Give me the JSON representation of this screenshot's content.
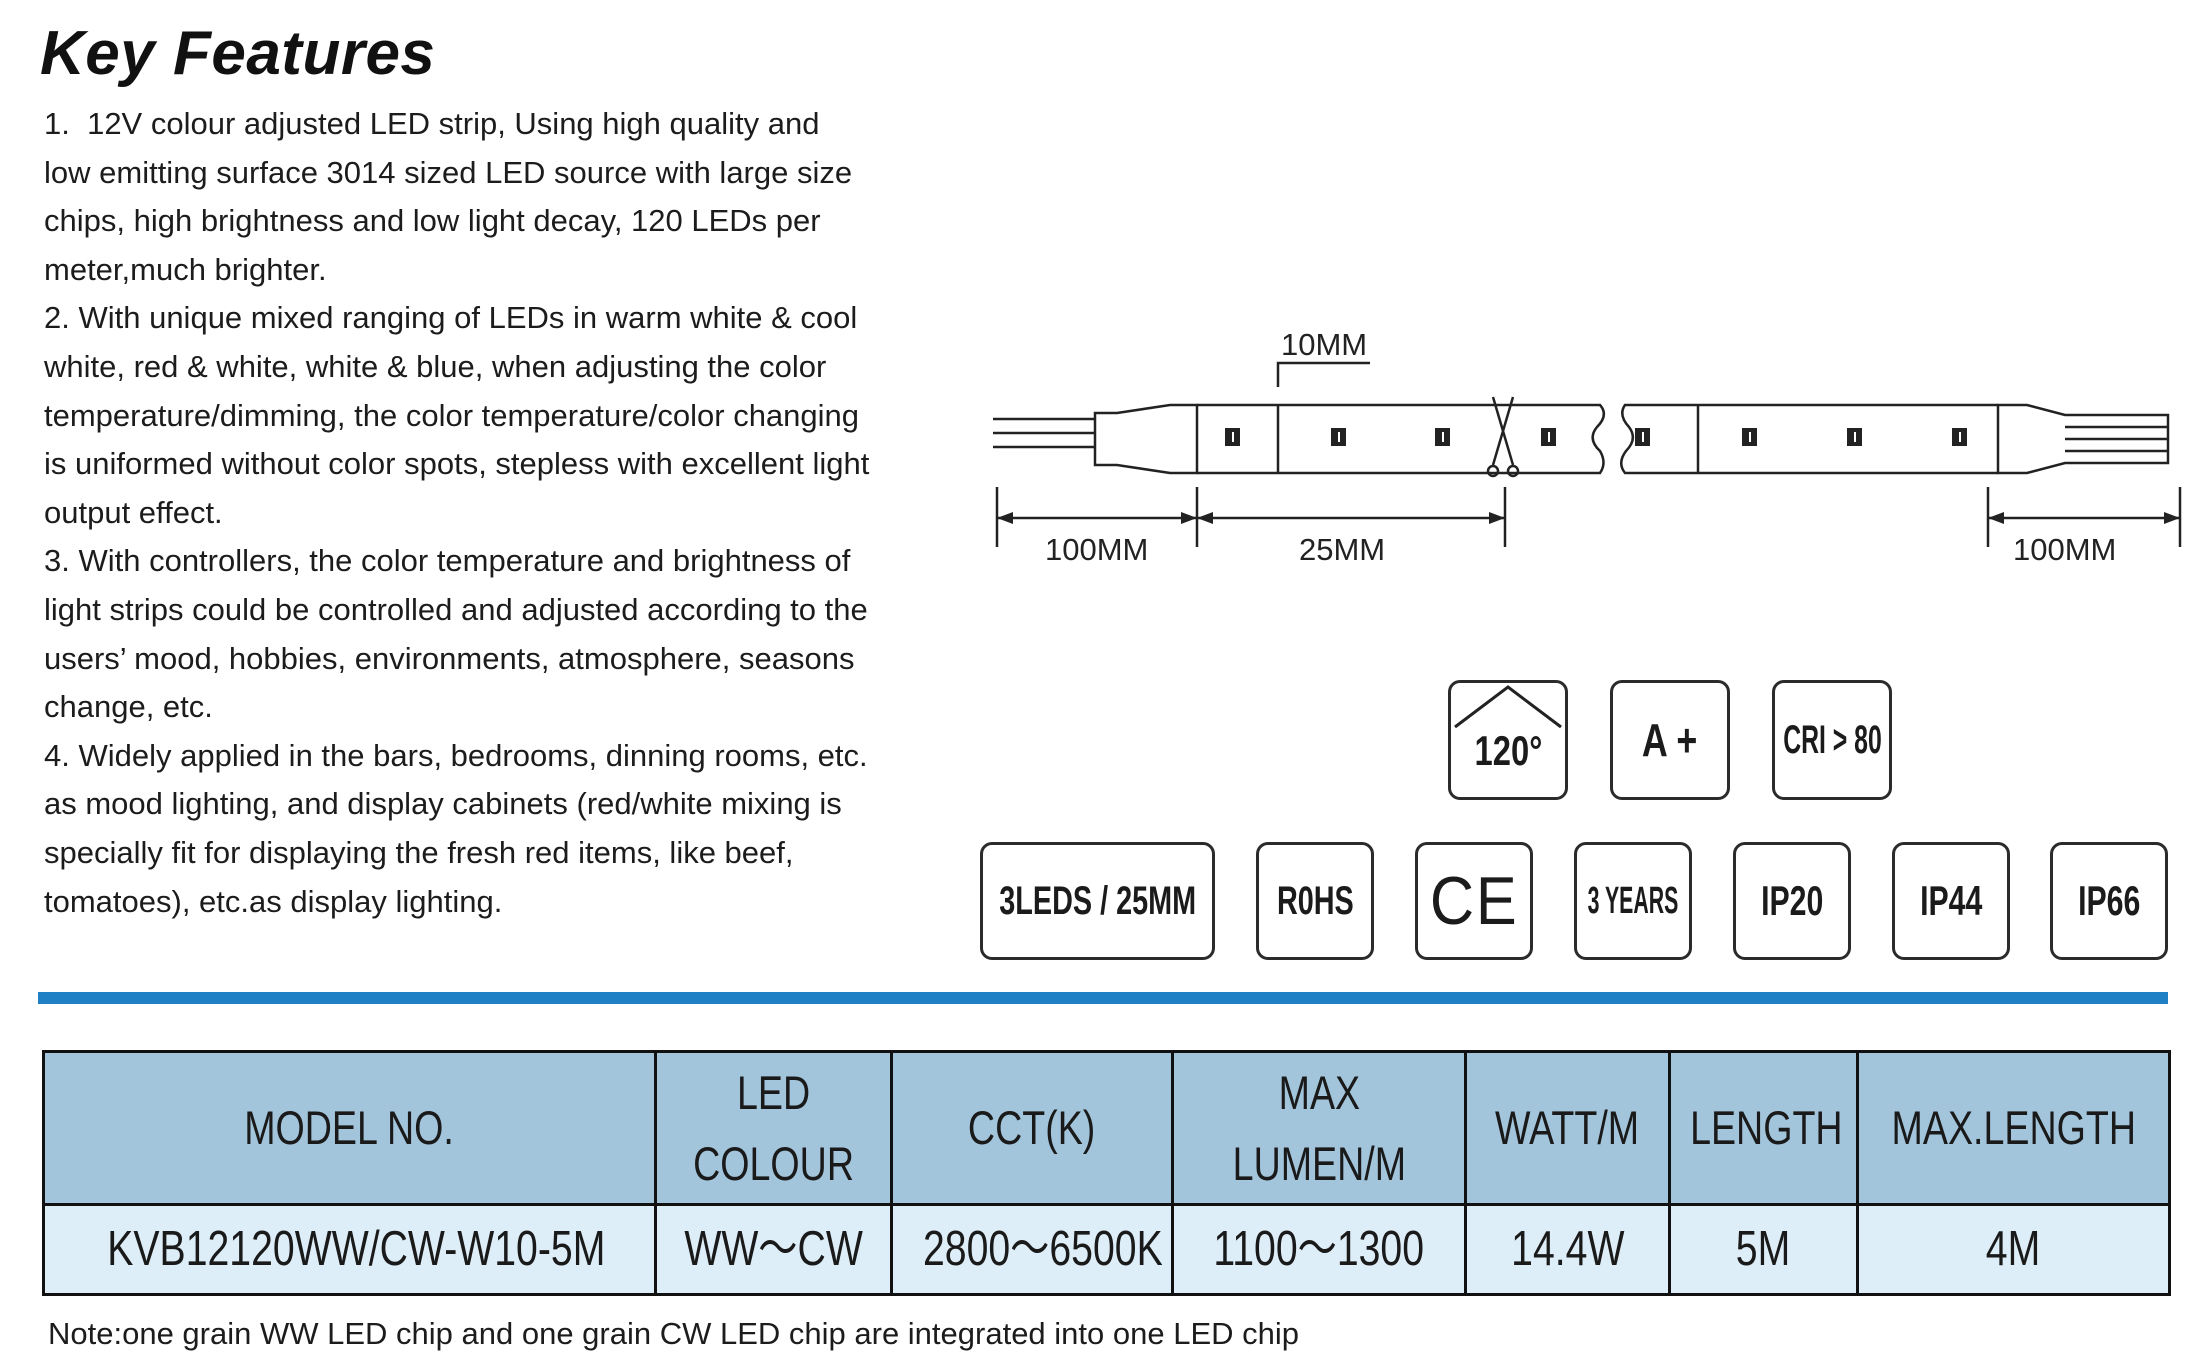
{
  "heading": "Key Features",
  "features": [
    "1.  12V colour adjusted LED strip, Using high quality and low emitting surface 3014 sized LED source with large size chips, high brightness and low light decay, 120 LEDs per meter,much brighter.",
    "2. With unique mixed ranging of LEDs in warm white & cool white, red & white, white & blue, when adjusting the color temperature/dimming, the color temperature/color changing is uniformed without color spots, stepless with excellent light output effect.",
    "3. With controllers, the color temperature and brightness of light strips could be controlled and adjusted according to the users’ mood, hobbies, environments, atmosphere, seasons change, etc.",
    "4. Widely applied in the bars, bedrooms, dinning rooms, etc. as mood lighting, and display cabinets (red/white mixing is specially fit for displaying the fresh red items, like beef, tomatoes), etc.as display lighting."
  ],
  "diagram": {
    "cut_label": "10MM",
    "left_lead": "100MM",
    "section": "25MM",
    "right_lead": "100MM"
  },
  "badges_top": [
    "120°",
    "A +",
    "CRI > 80"
  ],
  "badges_bottom": [
    "3LEDS / 25MM",
    "R0HS",
    "CE",
    "3 YEARS",
    "IP20",
    "IP44",
    "IP66"
  ],
  "table": {
    "headers": [
      "MODEL NO.",
      "LED\nCOLOUR",
      "CCT(K)",
      "MAX\nLUMEN/M",
      "WATT/M",
      "LENGTH",
      "MAX.LENGTH"
    ],
    "row": [
      "KVB12120WW/CW-W10-5M",
      "WW～CW",
      "2800～6500K",
      "1100～1300",
      "14.4W",
      "5M",
      "4M"
    ]
  },
  "note": "Note:one grain WW LED chip and one grain CW LED chip are integrated into one LED chip",
  "colors": {
    "accent_rule": "#1f80c6",
    "header_fill": "#a3c5dc",
    "row_fill": "#deeef8"
  }
}
